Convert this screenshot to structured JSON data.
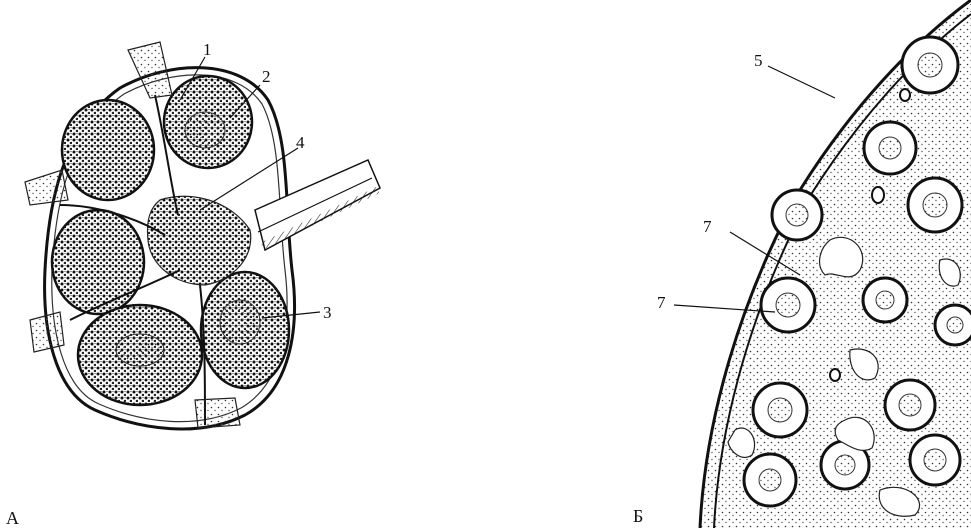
{
  "figure": {
    "panels": [
      {
        "id": "A",
        "letter": "А"
      },
      {
        "id": "B",
        "letter": "Б"
      }
    ],
    "labels": {
      "a1": "1",
      "a2": "2",
      "a3": "3",
      "a4": "4",
      "b5": "5",
      "b7a": "7",
      "b7b": "7"
    },
    "colors": {
      "ink": "#111111",
      "paper": "#ffffff",
      "shade": "#2a2a2a"
    }
  }
}
